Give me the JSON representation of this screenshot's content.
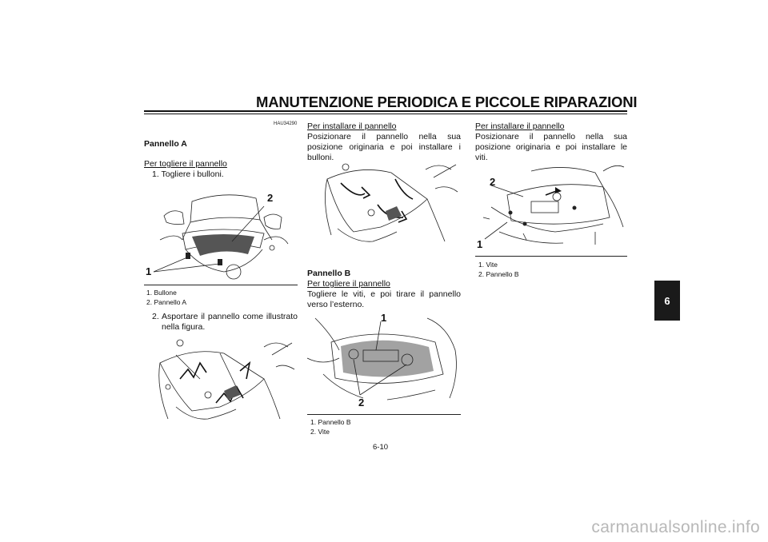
{
  "header": {
    "title": "MANUTENZIONE PERIODICA E PICCOLE RIPARAZIONI"
  },
  "section_tab": "6",
  "doc_code": "HAU34290",
  "col1": {
    "heading": "Pannello A",
    "subheading": "Per togliere il pannello",
    "step1": "1. Togliere i bulloni.",
    "fig1_labels": [
      "1",
      "2"
    ],
    "fig1_captions": [
      "1. Bullone",
      "2. Pannello A"
    ],
    "step2_num": "2.",
    "step2_text": "Asportare il pannello come illustrato nella figura."
  },
  "col2": {
    "subheading": "Per installare il pannello",
    "text": "Posizionare il pannello nella sua posizione originaria e poi installare i bulloni.",
    "heading_b": "Pannello B",
    "subheading_b": "Per togliere il pannello",
    "text_b": "Togliere le viti, e poi tirare il pannello verso l’esterno.",
    "fig_labels": [
      "1",
      "2"
    ],
    "fig_captions": [
      "1. Pannello B",
      "2. Vite"
    ]
  },
  "col3": {
    "subheading": "Per installare il pannello",
    "text": "Posizionare il pannello nella sua posizione originaria e poi installare le viti.",
    "fig_labels": [
      "2",
      "1"
    ],
    "fig_captions": [
      "1. Vite",
      "2. Pannello B"
    ]
  },
  "footer": {
    "page": "6-10"
  },
  "watermark": "carmanualsonline.info"
}
